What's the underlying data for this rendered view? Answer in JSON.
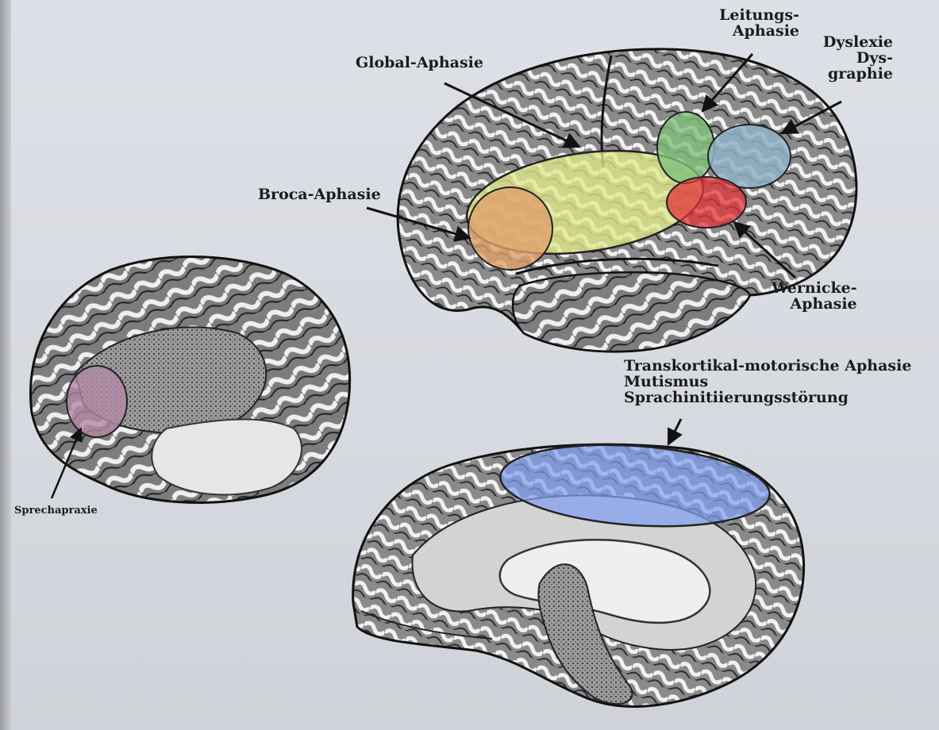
{
  "labels": {
    "global": "Global-Aphasie",
    "leitungs_1": "Leitungs-",
    "leitungs_2": "Aphasie",
    "dyslexie_1": "Dyslexie",
    "dyslexie_2": "Dys-",
    "dyslexie_3": "graphie",
    "broca": "Broca-Aphasie",
    "wernicke_1": "Wernicke-",
    "wernicke_2": "Aphasie",
    "transkortikal_1": "Transkortikal-motorische Aphasie",
    "transkortikal_2": "Mutismus",
    "transkortikal_3": "Sprachinitiierungsstörung",
    "sprechapraxie": "Sprechapraxie"
  },
  "colors": {
    "background": "#d9dce2",
    "global_region": "#e2ea8c",
    "broca_region": "#e0a06a",
    "leitungs_region": "#7fc07a",
    "dyslexie_region": "#8fb2c8",
    "wernicke_region": "#e2333a",
    "transkortikal_region": "#7f9ef0",
    "sprechapraxie_region": "#b48aa8"
  }
}
